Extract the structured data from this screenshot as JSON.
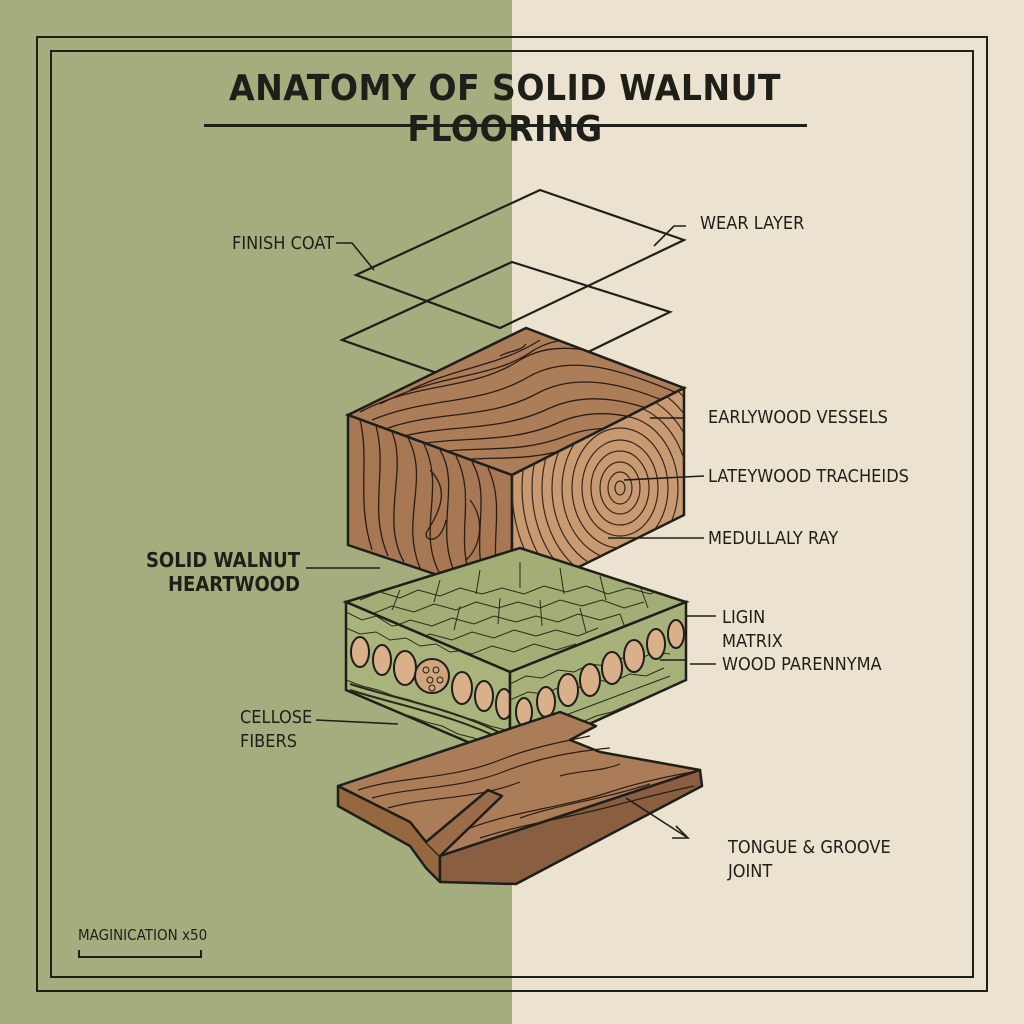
{
  "colors": {
    "left_bg": "#a5ad7e",
    "right_bg": "#ebe2cf",
    "ink": "#1f1f1a",
    "wood": "#a87a57",
    "wood_dark": "#8a5e40",
    "cell_fill": "#a9b37c",
    "vessel_fill": "#d9b08a"
  },
  "title": "ANATOMY OF SOLID WALNUT FLOORING",
  "labels": {
    "finish_coat": "FINISH COAT",
    "wear_layer": "WEAR LAYER",
    "earlywood_vessels": "EARLYWOOD VESSELS",
    "latewood_tracheids": "LATEYWOOD TRACHEIDS",
    "medullary_ray": "MEDULLALY RAY",
    "heartwood_line1": "SOLID WALNUT",
    "heartwood_line2": "HEARTWOOD",
    "lignin_line1": "LIGIN",
    "lignin_line2": "MATRIX",
    "parenchyma": "WOOD PARENNYMA",
    "cellulose_line1": "CELLOSE",
    "cellulose_line2": "FIBERS",
    "joint_line1": "TONGUE & GROOVE",
    "joint_line2": "JOINT"
  },
  "scale": {
    "label": "MAGINICATION x50"
  }
}
